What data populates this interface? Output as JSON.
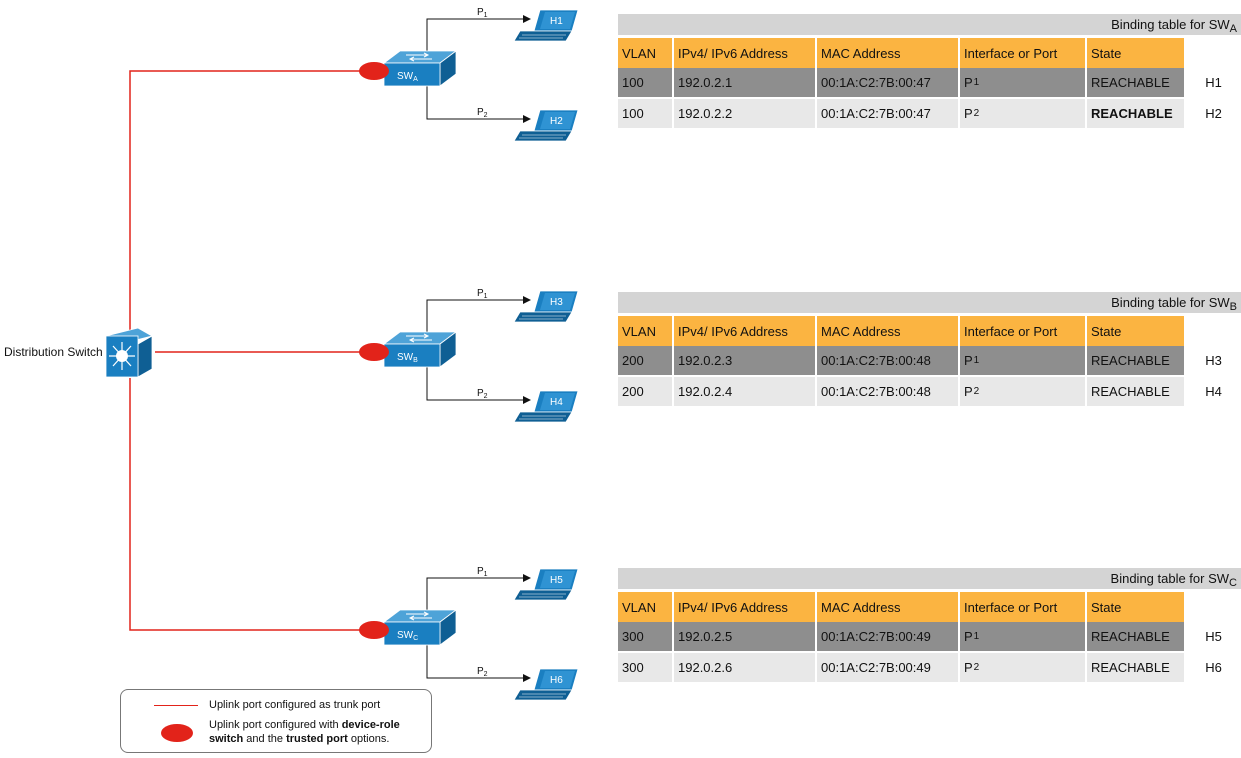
{
  "distribution_switch": {
    "label": "Distribution Switch"
  },
  "access_switches": [
    {
      "label": "SW",
      "sub": "A",
      "ports": [
        {
          "label": "P",
          "sub": "1",
          "host": "H1"
        },
        {
          "label": "P",
          "sub": "2",
          "host": "H2"
        }
      ]
    },
    {
      "label": "SW",
      "sub": "B",
      "ports": [
        {
          "label": "P",
          "sub": "1",
          "host": "H3"
        },
        {
          "label": "P",
          "sub": "2",
          "host": "H4"
        }
      ]
    },
    {
      "label": "SW",
      "sub": "C",
      "ports": [
        {
          "label": "P",
          "sub": "1",
          "host": "H5"
        },
        {
          "label": "P",
          "sub": "2",
          "host": "H6"
        }
      ]
    }
  ],
  "colors": {
    "uplink": "#e2231a",
    "switch": "#1a7fc1",
    "header": "#fbb441",
    "row_dark": "#8e8e8e",
    "row_light": "#e8e8e8"
  },
  "tables": [
    {
      "title": "Binding table for SW",
      "title_sub": "A",
      "headers": [
        "VLAN",
        "IPv4/ IPv6 Address",
        "MAC Address",
        "Interface or Port",
        "State"
      ],
      "rows": [
        {
          "vlan": "100",
          "ip": "192.0.2.1",
          "mac": "00:1A:C2:7B:00:47",
          "port": "P",
          "port_sub": "1",
          "state": "REACHABLE",
          "host": "H1"
        },
        {
          "vlan": "100",
          "ip": "192.0.2.2",
          "mac": "00:1A:C2:7B:00:47",
          "port": "P",
          "port_sub": "2",
          "state": "REACHABLE",
          "host": "H2"
        }
      ]
    },
    {
      "title": "Binding table for SW",
      "title_sub": "B",
      "headers": [
        "VLAN",
        "IPv4/ IPv6 Address",
        "MAC Address",
        "Interface or Port",
        "State"
      ],
      "rows": [
        {
          "vlan": "200",
          "ip": "192.0.2.3",
          "mac": "00:1A:C2:7B:00:48",
          "port": "P",
          "port_sub": "1",
          "state": "REACHABLE",
          "host": "H3"
        },
        {
          "vlan": "200",
          "ip": "192.0.2.4",
          "mac": "00:1A:C2:7B:00:48",
          "port": "P",
          "port_sub": "2",
          "state": "REACHABLE",
          "host": "H4"
        }
      ]
    },
    {
      "title": "Binding table for SW",
      "title_sub": "C",
      "headers": [
        "VLAN",
        "IPv4/ IPv6 Address",
        "MAC Address",
        "Interface or Port",
        "State"
      ],
      "rows": [
        {
          "vlan": "300",
          "ip": "192.0.2.5",
          "mac": "00:1A:C2:7B:00:49",
          "port": "P",
          "port_sub": "1",
          "state": "REACHABLE",
          "host": "H5"
        },
        {
          "vlan": "300",
          "ip": "192.0.2.6",
          "mac": "00:1A:C2:7B:00:49",
          "port": "P",
          "port_sub": "2",
          "state": "REACHABLE",
          "host": "H6"
        }
      ]
    }
  ],
  "legend": {
    "trunk": "Uplink port configured as trunk port",
    "trusted_prefix": "Uplink port configured with ",
    "trusted_bold1": "device-role",
    "trusted_mid": "switch",
    "trusted_mid2": " and the ",
    "trusted_bold2": "trusted port",
    "trusted_suffix": " options."
  }
}
